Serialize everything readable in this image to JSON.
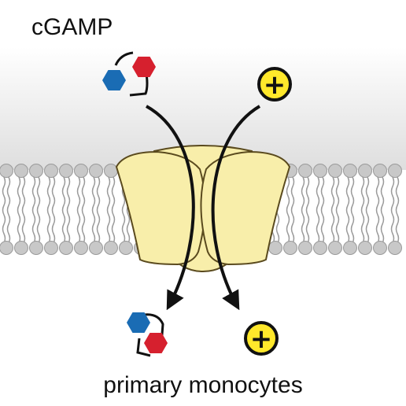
{
  "molecule_label": "cGAMP",
  "cell_type_label": "primary monocytes",
  "ion_symbol": "+",
  "icons": {
    "molecule": "cgamp-hexagon-pair-icon",
    "ion": "cation-plus-icon",
    "channel": "membrane-channel"
  },
  "colors": {
    "background_top": "#ffffff",
    "background_gradient_end": "#dedede",
    "channel_fill": "#f8eeaa",
    "channel_stroke": "#5a4a1e",
    "lipid_head": "#c8c8c8",
    "hexagon_blue": "#1a6cb4",
    "hexagon_red": "#d6202e",
    "ion_fill": "#ffe82b",
    "arrow": "#111111"
  }
}
